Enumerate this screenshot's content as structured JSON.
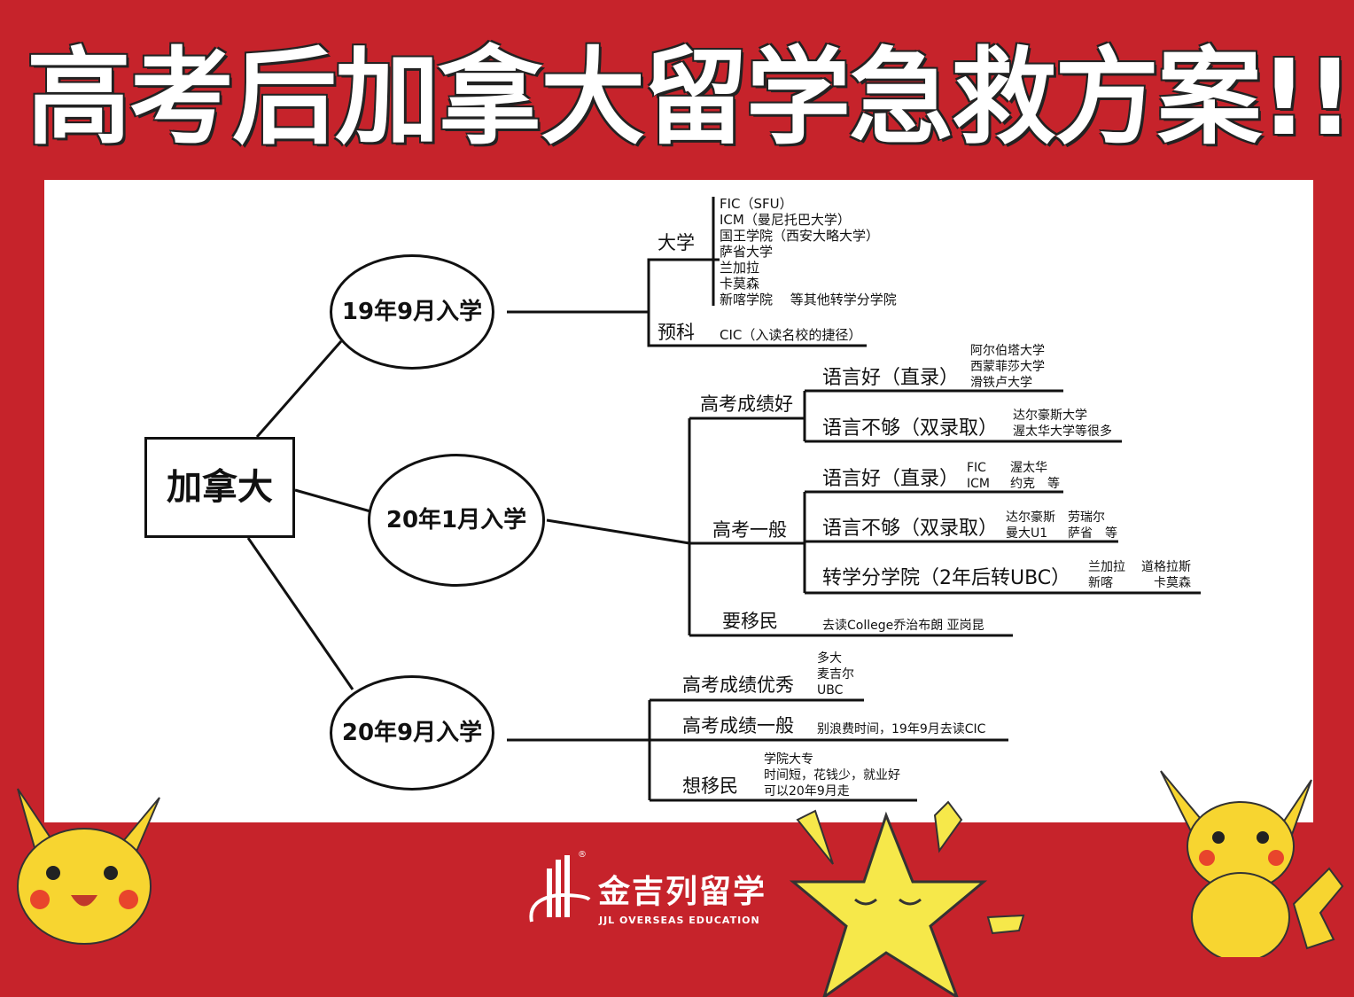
{
  "title": "高考后加拿大留学急救方案!!!",
  "root": "加拿大",
  "branches": {
    "b1": {
      "label": "19年9月入学",
      "uni": {
        "label": "大学",
        "items": [
          "FIC（SFU）",
          "ICM（曼尼托巴大学）",
          "国王学院（西安大略大学）",
          "萨省大学",
          "兰加拉",
          "卡莫森",
          "新喀学院　 等其他转学分学院"
        ]
      },
      "prep": {
        "label": "预科",
        "text": "CIC（入读名校的捷径）"
      }
    },
    "b2": {
      "label": "20年1月入学",
      "good": {
        "label": "高考成绩好",
        "lang_good": {
          "label": "语言好（直录）",
          "items": [
            "阿尔伯塔大学",
            "西蒙菲莎大学",
            "滑铁卢大学"
          ]
        },
        "lang_weak": {
          "label": "语言不够（双录取）",
          "items": [
            "达尔豪斯大学",
            "渥太华大学等很多"
          ]
        }
      },
      "avg": {
        "label": "高考一般",
        "lang_good": {
          "label": "语言好（直录）",
          "col1": [
            "FIC",
            "ICM"
          ],
          "col2": [
            "渥太华",
            "约克　等"
          ]
        },
        "lang_weak": {
          "label": "语言不够（双录取）",
          "col1": [
            "达尔豪斯",
            "曼大U1"
          ],
          "col2": [
            "劳瑞尔",
            "萨省　等"
          ]
        },
        "transfer": {
          "label": "转学分学院（2年后转UBC）",
          "col1": [
            "兰加拉",
            "新喀"
          ],
          "col2": [
            "道格拉斯",
            "卡莫森"
          ]
        }
      },
      "immigrate": {
        "label": "要移民",
        "text": "去读College乔治布朗 亚岗昆"
      }
    },
    "b3": {
      "label": "20年9月入学",
      "excellent": {
        "label": "高考成绩优秀",
        "items": [
          "多大",
          "麦吉尔",
          "UBC"
        ]
      },
      "average": {
        "label": "高考成绩一般",
        "text": "别浪费时间，19年9月去读CIC"
      },
      "immigrate": {
        "label": "想移民",
        "items": [
          "学院大专",
          "时间短，花钱少，就业好",
          "可以20年9月走"
        ]
      }
    }
  },
  "logo": {
    "cn": "金吉列留学",
    "en": "JJL OVERSEAS EDUCATION",
    "mark": "®"
  },
  "colors": {
    "background": "#c6232b",
    "panel": "#ffffff",
    "star": "#f6e84a",
    "pikachu": "#f7d530"
  }
}
